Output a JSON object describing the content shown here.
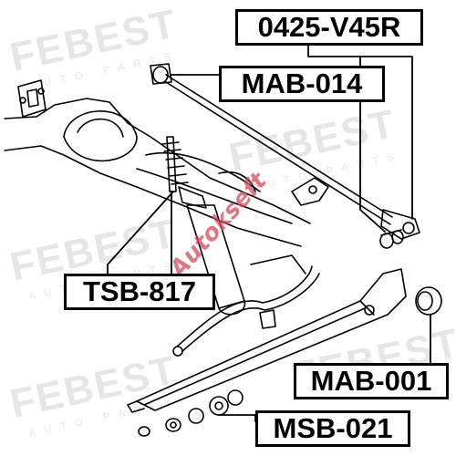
{
  "watermark": {
    "brand": "FEBEST",
    "tagline": "AUTO PARTS"
  },
  "stamp": "Autokseft",
  "labels": {
    "kit": "0425-V45R",
    "rod_bushing": "MAB-014",
    "shock_absorber": "TSB-817",
    "arm_bushing": "MAB-001",
    "stabilizer_bushing": "MSB-021"
  },
  "colors": {
    "line": "#000000",
    "watermark": "#e6e6e6",
    "stamp": "#d9475a"
  }
}
